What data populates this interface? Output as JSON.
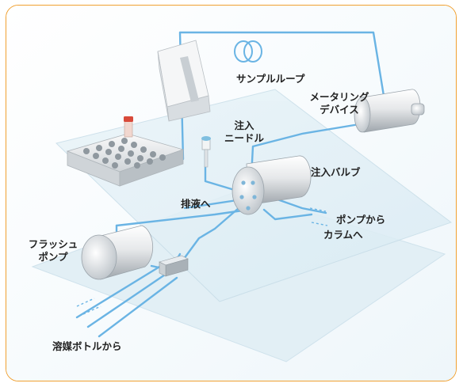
{
  "diagram": {
    "labels": {
      "sample_loop": "サンプルループ",
      "metering_device_line1": "メータリング",
      "metering_device_line2": "デバイス",
      "injection_needle_line1": "注入",
      "injection_needle_line2": "ニードル",
      "injection_valve": "注入バルブ",
      "to_drain": "排液へ",
      "from_pump": "ポンプから",
      "to_column": "カラムへ",
      "flush_pump_line1": "フラッシュ",
      "flush_pump_line2": "ポンプ",
      "from_solvent_bottle": "溶媒ボトルから"
    },
    "colors": {
      "frame_border": "#f0a030",
      "tubing": "#6ab4e4",
      "plate": "#e4f1f7",
      "vial_cap": "#d84a3a"
    }
  }
}
